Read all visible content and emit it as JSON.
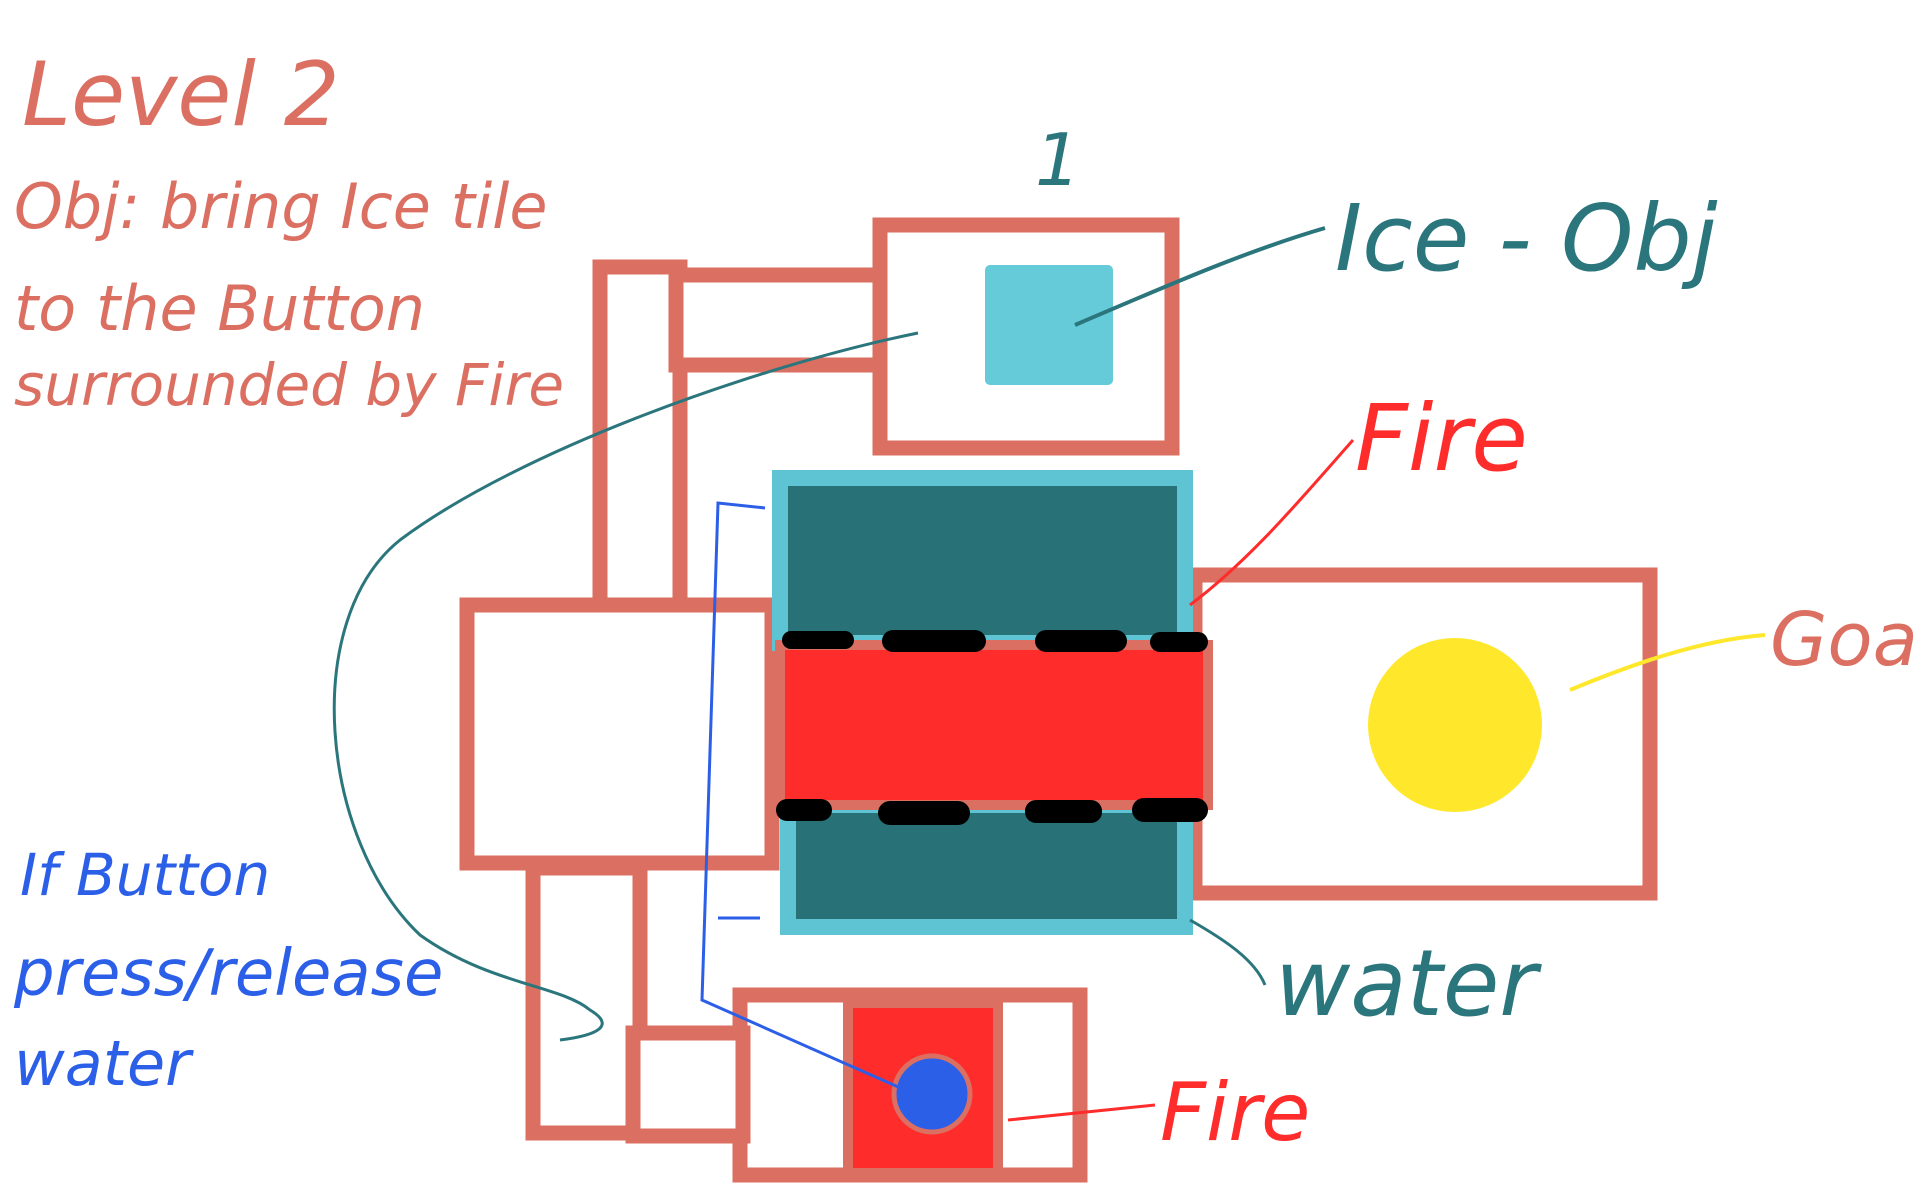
{
  "title": "Level 2",
  "objective": [
    "Obj: bring Ice tile",
    "to the Button",
    "surrounded by Fire"
  ],
  "button_note": [
    "If Button",
    "press/release",
    "water"
  ],
  "labels": {
    "room_number": "1",
    "ice": "Ice - Obj",
    "fire_top": "Fire",
    "goal": "Goal",
    "water": "water",
    "fire_bottom": "Fire"
  },
  "colors": {
    "wall": "#db6f62",
    "ice": "#66cbd9",
    "water": "#277177",
    "water_border": "#5ec4d4",
    "fire": "#ff2c2c",
    "goal": "#ffe82c",
    "button": "#2c5fe8",
    "barrier": "#000000"
  }
}
